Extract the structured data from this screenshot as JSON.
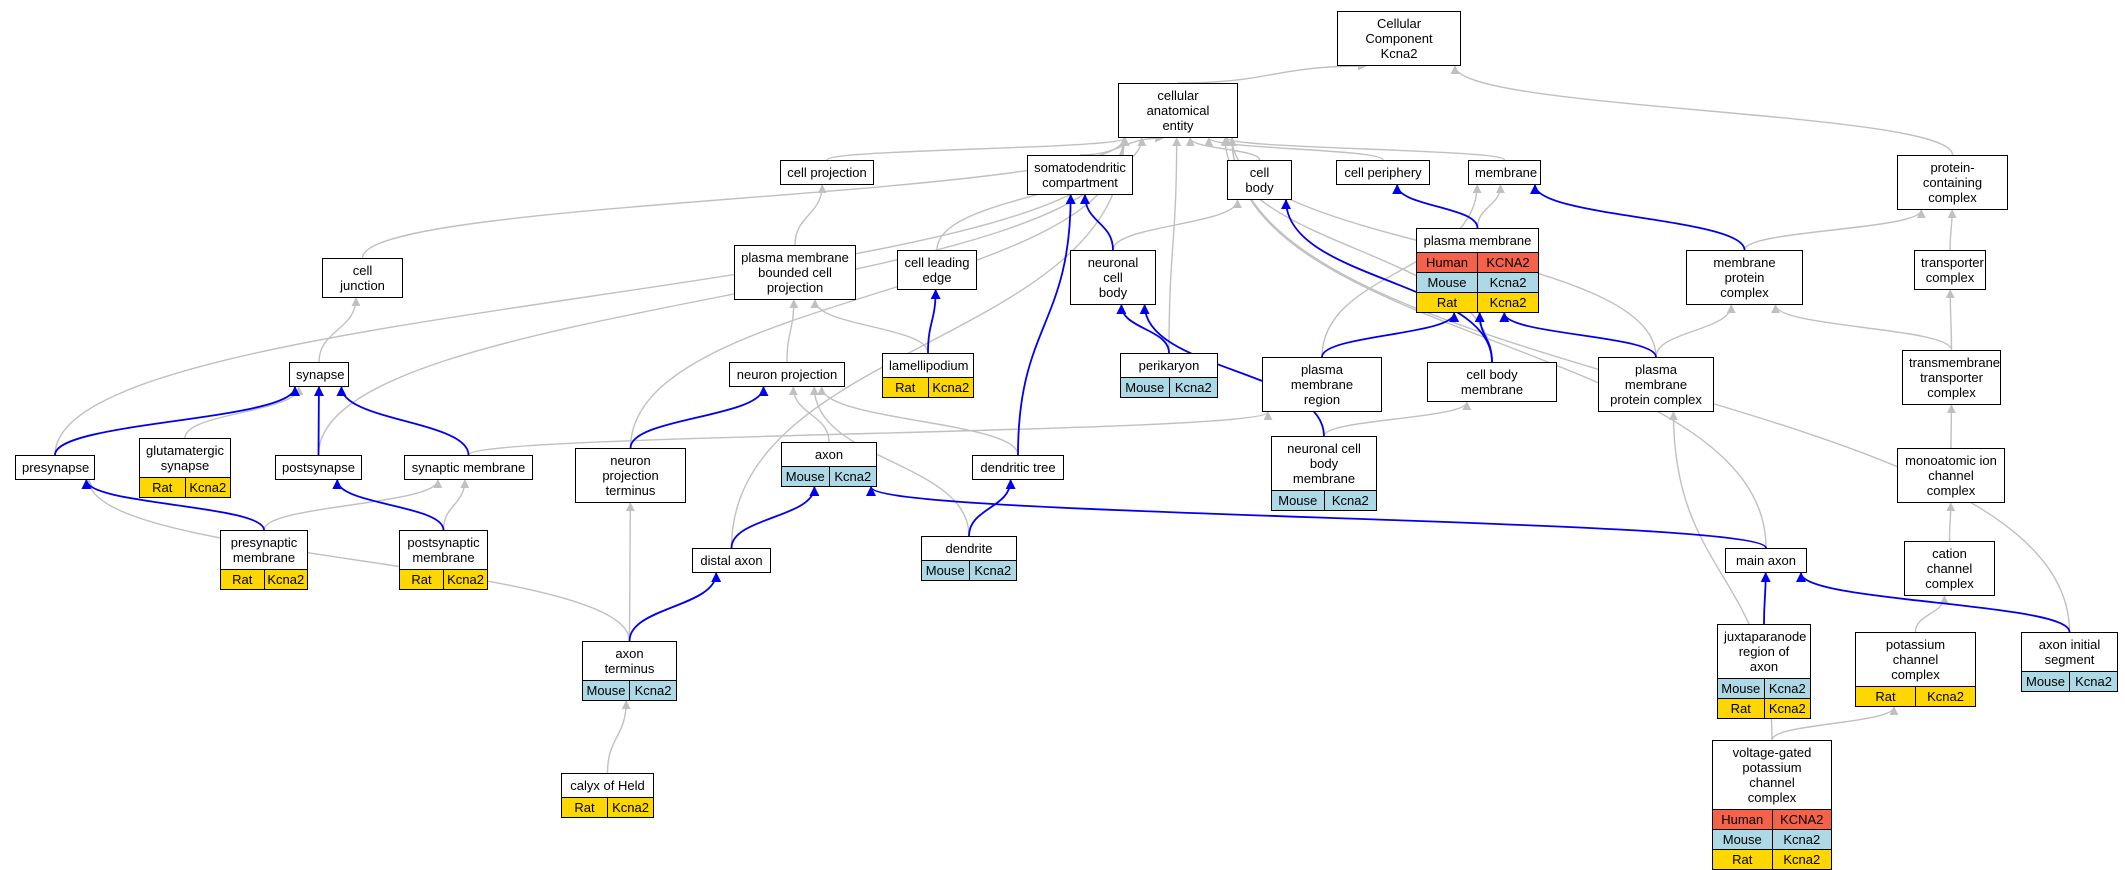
{
  "colors": {
    "human": "#f4624a",
    "mouse": "#add8e6",
    "rat": "#ffd700",
    "gray_edge": "#c0c0c0",
    "blue_edge": "#0000ee"
  },
  "nodes": [
    {
      "id": "cc_kcna2",
      "label": "Cellular Component\nKcna2"
    },
    {
      "id": "cae",
      "label": "cellular anatomical\nentity"
    },
    {
      "id": "cell_projection",
      "label": "cell projection"
    },
    {
      "id": "somatodendritic",
      "label": "somatodendritic\ncompartment"
    },
    {
      "id": "cell_body",
      "label": "cell body"
    },
    {
      "id": "cell_periphery",
      "label": "cell periphery"
    },
    {
      "id": "membrane",
      "label": "membrane"
    },
    {
      "id": "protein_complex",
      "label": "protein-containing\ncomplex"
    },
    {
      "id": "cell_junction",
      "label": "cell junction"
    },
    {
      "id": "pm_bounded",
      "label": "plasma membrane\nbounded cell\nprojection"
    },
    {
      "id": "cell_leading_edge",
      "label": "cell leading\nedge"
    },
    {
      "id": "neuronal_cell_body",
      "label": "neuronal cell\nbody"
    },
    {
      "id": "plasma_membrane",
      "label": "plasma membrane",
      "rows": [
        {
          "species": "Human",
          "gene": "KCNA2"
        },
        {
          "species": "Mouse",
          "gene": "Kcna2"
        },
        {
          "species": "Rat",
          "gene": "Kcna2"
        }
      ]
    },
    {
      "id": "membrane_protein_complex",
      "label": "membrane protein\ncomplex"
    },
    {
      "id": "transporter_complex",
      "label": "transporter\ncomplex"
    },
    {
      "id": "synapse",
      "label": "synapse"
    },
    {
      "id": "neuron_projection",
      "label": "neuron projection"
    },
    {
      "id": "lamellipodium",
      "label": "lamellipodium",
      "rows": [
        {
          "species": "Rat",
          "gene": "Kcna2"
        }
      ]
    },
    {
      "id": "perikaryon",
      "label": "perikaryon",
      "rows": [
        {
          "species": "Mouse",
          "gene": "Kcna2"
        }
      ]
    },
    {
      "id": "pm_region",
      "label": "plasma membrane\nregion"
    },
    {
      "id": "cell_body_membrane",
      "label": "cell body membrane"
    },
    {
      "id": "pm_protein_complex",
      "label": "plasma membrane\nprotein complex"
    },
    {
      "id": "tm_transporter",
      "label": "transmembrane\ntransporter\ncomplex"
    },
    {
      "id": "presynapse",
      "label": "presynapse"
    },
    {
      "id": "glutamatergic",
      "label": "glutamatergic\nsynapse",
      "rows": [
        {
          "species": "Rat",
          "gene": "Kcna2"
        }
      ]
    },
    {
      "id": "postsynapse",
      "label": "postsynapse"
    },
    {
      "id": "synaptic_membrane",
      "label": "synaptic membrane"
    },
    {
      "id": "np_terminus",
      "label": "neuron projection\nterminus"
    },
    {
      "id": "axon",
      "label": "axon",
      "rows": [
        {
          "species": "Mouse",
          "gene": "Kcna2"
        }
      ]
    },
    {
      "id": "dendritic_tree",
      "label": "dendritic tree"
    },
    {
      "id": "ncb_membrane",
      "label": "neuronal cell\nbody membrane",
      "rows": [
        {
          "species": "Mouse",
          "gene": "Kcna2"
        }
      ]
    },
    {
      "id": "monoatomic",
      "label": "monoatomic ion\nchannel complex"
    },
    {
      "id": "presynaptic_membrane",
      "label": "presynaptic\nmembrane",
      "rows": [
        {
          "species": "Rat",
          "gene": "Kcna2"
        }
      ]
    },
    {
      "id": "postsynaptic_membrane",
      "label": "postsynaptic\nmembrane",
      "rows": [
        {
          "species": "Rat",
          "gene": "Kcna2"
        }
      ]
    },
    {
      "id": "distal_axon",
      "label": "distal axon"
    },
    {
      "id": "dendrite",
      "label": "dendrite",
      "rows": [
        {
          "species": "Mouse",
          "gene": "Kcna2"
        }
      ]
    },
    {
      "id": "main_axon",
      "label": "main axon"
    },
    {
      "id": "cation_channel",
      "label": "cation channel\ncomplex"
    },
    {
      "id": "juxtaparanode",
      "label": "juxtaparanode\nregion of axon",
      "rows": [
        {
          "species": "Mouse",
          "gene": "Kcna2"
        },
        {
          "species": "Rat",
          "gene": "Kcna2"
        }
      ]
    },
    {
      "id": "potassium_channel",
      "label": "potassium channel\ncomplex",
      "rows": [
        {
          "species": "Rat",
          "gene": "Kcna2"
        }
      ]
    },
    {
      "id": "axon_initial",
      "label": "axon initial\nsegment",
      "rows": [
        {
          "species": "Mouse",
          "gene": "Kcna2"
        }
      ]
    },
    {
      "id": "axon_terminus",
      "label": "axon terminus",
      "rows": [
        {
          "species": "Mouse",
          "gene": "Kcna2"
        }
      ]
    },
    {
      "id": "vgkc",
      "label": "voltage-gated\npotassium channel\ncomplex",
      "rows": [
        {
          "species": "Human",
          "gene": "KCNA2"
        },
        {
          "species": "Mouse",
          "gene": "Kcna2"
        },
        {
          "species": "Rat",
          "gene": "Kcna2"
        }
      ]
    },
    {
      "id": "calyx",
      "label": "calyx of Held",
      "rows": [
        {
          "species": "Rat",
          "gene": "Kcna2"
        }
      ]
    }
  ],
  "edges": [
    {
      "from": "cae",
      "to": "cc_kcna2",
      "type": "is_a"
    },
    {
      "from": "protein_complex",
      "to": "cc_kcna2",
      "type": "is_a"
    },
    {
      "from": "cell_projection",
      "to": "cae",
      "type": "is_a"
    },
    {
      "from": "somatodendritic",
      "to": "cae",
      "type": "is_a"
    },
    {
      "from": "cell_body",
      "to": "cae",
      "type": "is_a"
    },
    {
      "from": "cell_periphery",
      "to": "cae",
      "type": "is_a"
    },
    {
      "from": "membrane",
      "to": "cae",
      "type": "is_a"
    },
    {
      "from": "cell_junction",
      "to": "cae",
      "type": "is_a"
    },
    {
      "from": "presynapse",
      "to": "cae",
      "type": "is_a"
    },
    {
      "from": "postsynapse",
      "to": "cae",
      "type": "is_a"
    },
    {
      "from": "np_terminus",
      "to": "cae",
      "type": "is_a"
    },
    {
      "from": "distal_axon",
      "to": "cae",
      "type": "is_a"
    },
    {
      "from": "cell_leading_edge",
      "to": "cae",
      "type": "is_a"
    },
    {
      "from": "perikaryon",
      "to": "cae",
      "type": "is_a"
    },
    {
      "from": "cell_body_membrane",
      "to": "cae",
      "type": "is_a"
    },
    {
      "from": "main_axon",
      "to": "cae",
      "type": "is_a"
    },
    {
      "from": "pm_protein_complex",
      "to": "cae",
      "type": "is_a"
    },
    {
      "from": "axon_initial",
      "to": "cae",
      "type": "is_a"
    },
    {
      "from": "pm_bounded",
      "to": "cell_projection",
      "type": "is_a"
    },
    {
      "from": "neuronal_cell_body",
      "to": "cell_body",
      "type": "is_a"
    },
    {
      "from": "plasma_membrane",
      "to": "membrane",
      "type": "is_a"
    },
    {
      "from": "pm_region",
      "to": "membrane",
      "type": "is_a"
    },
    {
      "from": "membrane_protein_complex",
      "to": "protein_complex",
      "type": "is_a"
    },
    {
      "from": "transporter_complex",
      "to": "protein_complex",
      "type": "is_a"
    },
    {
      "from": "synapse",
      "to": "cell_junction",
      "type": "is_a"
    },
    {
      "from": "neuron_projection",
      "to": "pm_bounded",
      "type": "is_a"
    },
    {
      "from": "lamellipodium",
      "to": "pm_bounded",
      "type": "is_a"
    },
    {
      "from": "pm_protein_complex",
      "to": "membrane_protein_complex",
      "type": "is_a"
    },
    {
      "from": "tm_transporter",
      "to": "membrane_protein_complex",
      "type": "is_a"
    },
    {
      "from": "tm_transporter",
      "to": "transporter_complex",
      "type": "is_a"
    },
    {
      "from": "glutamatergic",
      "to": "synapse",
      "type": "is_a"
    },
    {
      "from": "synaptic_membrane",
      "to": "pm_region",
      "type": "is_a"
    },
    {
      "from": "axon",
      "to": "neuron_projection",
      "type": "is_a"
    },
    {
      "from": "dendrite",
      "to": "neuron_projection",
      "type": "is_a"
    },
    {
      "from": "dendritic_tree",
      "to": "neuron_projection",
      "type": "is_a"
    },
    {
      "from": "ncb_membrane",
      "to": "cell_body_membrane",
      "type": "is_a"
    },
    {
      "from": "monoatomic",
      "to": "tm_transporter",
      "type": "is_a"
    },
    {
      "from": "presynaptic_membrane",
      "to": "synaptic_membrane",
      "type": "is_a"
    },
    {
      "from": "postsynaptic_membrane",
      "to": "synaptic_membrane",
      "type": "is_a"
    },
    {
      "from": "axon_terminus",
      "to": "np_terminus",
      "type": "is_a"
    },
    {
      "from": "cation_channel",
      "to": "monoatomic",
      "type": "is_a"
    },
    {
      "from": "potassium_channel",
      "to": "cation_channel",
      "type": "is_a"
    },
    {
      "from": "axon_terminus",
      "to": "presynapse",
      "type": "is_a"
    },
    {
      "from": "calyx",
      "to": "axon_terminus",
      "type": "is_a"
    },
    {
      "from": "vgkc",
      "to": "pm_protein_complex",
      "type": "is_a"
    },
    {
      "from": "vgkc",
      "to": "potassium_channel",
      "type": "is_a"
    },
    {
      "from": "somatodendritic",
      "to": "somatodendritic",
      "type": "skip"
    },
    {
      "from": "lamellipodium",
      "to": "cell_leading_edge",
      "type": "part_of"
    },
    {
      "from": "dendritic_tree",
      "to": "somatodendritic",
      "type": "part_of"
    },
    {
      "from": "neuronal_cell_body",
      "to": "somatodendritic",
      "type": "part_of"
    },
    {
      "from": "perikaryon",
      "to": "neuronal_cell_body",
      "type": "part_of"
    },
    {
      "from": "ncb_membrane",
      "to": "neuronal_cell_body",
      "type": "part_of"
    },
    {
      "from": "plasma_membrane",
      "to": "cell_periphery",
      "type": "part_of"
    },
    {
      "from": "cell_body_membrane",
      "to": "cell_body",
      "type": "part_of"
    },
    {
      "from": "pm_region",
      "to": "plasma_membrane",
      "type": "part_of"
    },
    {
      "from": "cell_body_membrane",
      "to": "plasma_membrane",
      "type": "part_of"
    },
    {
      "from": "pm_protein_complex",
      "to": "plasma_membrane",
      "type": "part_of"
    },
    {
      "from": "membrane_protein_complex",
      "to": "membrane",
      "type": "part_of"
    },
    {
      "from": "presynapse",
      "to": "synapse",
      "type": "part_of"
    },
    {
      "from": "postsynapse",
      "to": "synapse",
      "type": "part_of"
    },
    {
      "from": "synaptic_membrane",
      "to": "synapse",
      "type": "part_of"
    },
    {
      "from": "np_terminus",
      "to": "neuron_projection",
      "type": "part_of"
    },
    {
      "from": "presynaptic_membrane",
      "to": "presynapse",
      "type": "part_of"
    },
    {
      "from": "postsynaptic_membrane",
      "to": "postsynapse",
      "type": "part_of"
    },
    {
      "from": "distal_axon",
      "to": "axon",
      "type": "part_of"
    },
    {
      "from": "main_axon",
      "to": "axon",
      "type": "part_of"
    },
    {
      "from": "dendrite",
      "to": "dendritic_tree",
      "type": "part_of"
    },
    {
      "from": "axon_terminus",
      "to": "distal_axon",
      "type": "part_of"
    },
    {
      "from": "juxtaparanode",
      "to": "main_axon",
      "type": "part_of"
    },
    {
      "from": "axon_initial",
      "to": "main_axon",
      "type": "part_of"
    }
  ]
}
